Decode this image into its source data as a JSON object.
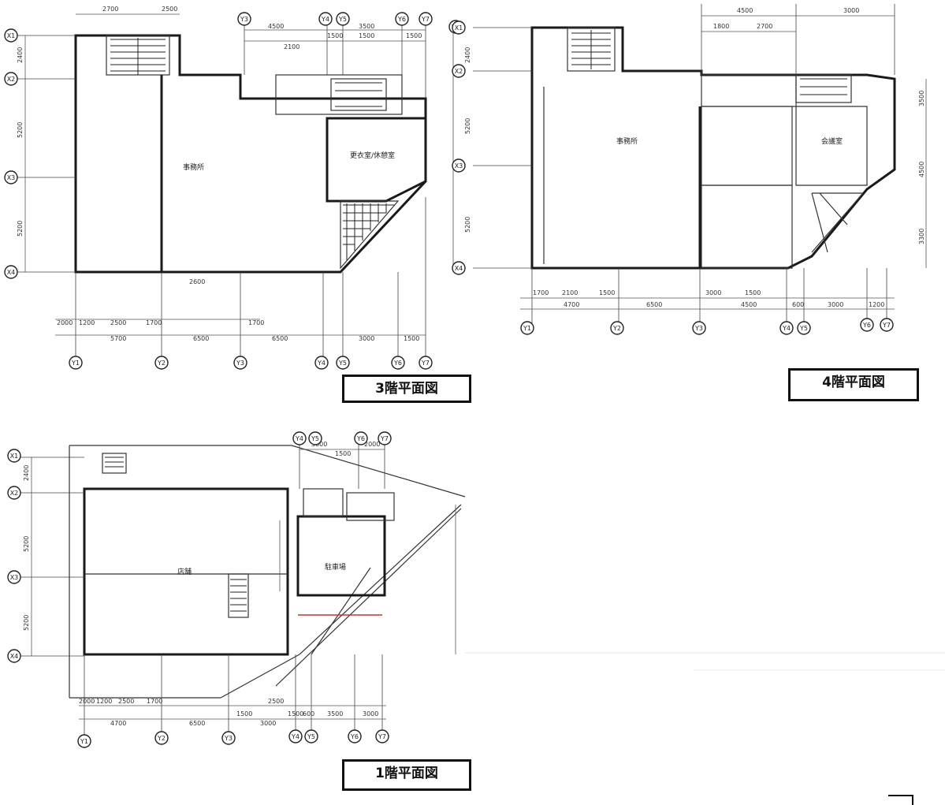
{
  "plans": {
    "third": {
      "title": "3階平面図",
      "rooms": {
        "main": "事務所",
        "right": "更衣室/休憩室"
      },
      "dims_top": [
        "2700",
        "2500",
        "4500",
        "1500",
        "2100",
        "1500",
        "3500",
        "1500"
      ],
      "dims_bottom": [
        "2000",
        "1200",
        "2500",
        "1700",
        "2600",
        "1700",
        "5700",
        "6500",
        "6500",
        "3000",
        "1500"
      ],
      "dims_left": [
        "2400",
        "5200",
        "5200"
      ],
      "grid_bottom": [
        "Y1",
        "Y2",
        "Y3",
        "Y4",
        "Y5",
        "Y6",
        "Y7"
      ],
      "grid_top": [
        "Y3",
        "Y4",
        "Y5",
        "Y6",
        "Y7",
        "Y8"
      ],
      "grid_left": [
        "X1",
        "X2",
        "X3",
        "X4"
      ]
    },
    "fourth": {
      "title": "4階平面図",
      "rooms": {
        "main": "事務所",
        "right": "会議室"
      },
      "dims_top": [
        "4500",
        "3000",
        "1800",
        "2700"
      ],
      "dims_bottom": [
        "1700",
        "2100",
        "1500",
        "4700",
        "6500",
        "3000",
        "1500",
        "4500",
        "600",
        "3000",
        "1200"
      ],
      "dims_left": [
        "2400",
        "5200",
        "5200"
      ],
      "dims_right": [
        "3500",
        "4500",
        "3300"
      ],
      "grid_bottom": [
        "Y1",
        "Y2",
        "Y3",
        "Y4",
        "Y5",
        "Y6",
        "Y7"
      ],
      "grid_left": [
        "X1",
        "X2",
        "X3",
        "X4"
      ]
    },
    "first": {
      "title": "1階平面図",
      "rooms": {
        "main": "店舗",
        "right": "駐車場"
      },
      "dims_top": [
        "3000",
        "1500",
        "2000"
      ],
      "dims_bottom": [
        "2000",
        "1200",
        "2500",
        "1700",
        "4700",
        "6500",
        "1500",
        "3000",
        "2500",
        "1500",
        "600",
        "3500",
        "3000"
      ],
      "dims_left": [
        "2400",
        "5200",
        "5200"
      ],
      "grid_bottom": [
        "Y1",
        "Y2",
        "Y3",
        "Y4",
        "Y5",
        "Y6",
        "Y7"
      ],
      "grid_top": [
        "Y4",
        "Y5",
        "Y6",
        "Y7"
      ],
      "grid_left": [
        "X1",
        "X2",
        "X3",
        "X4"
      ]
    }
  },
  "colors": {
    "ink": "#1a1a1a",
    "accent_line": "#c0392b",
    "paper": "#ffffff"
  }
}
